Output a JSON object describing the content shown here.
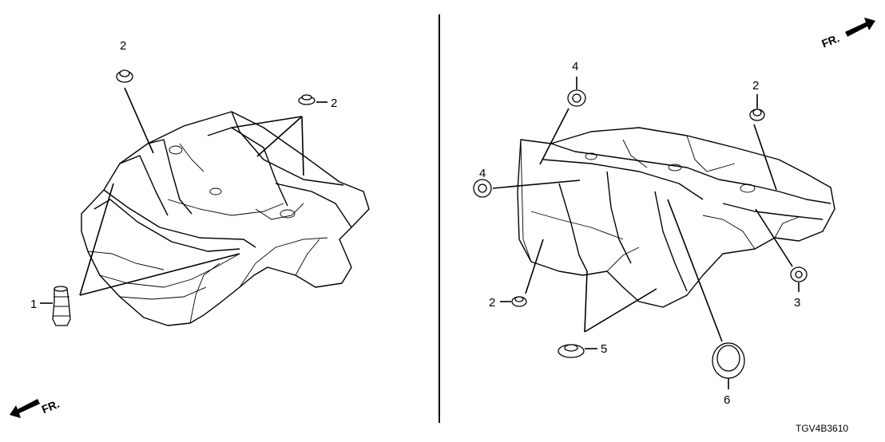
{
  "diagram_code": "TGV4B3610",
  "front_marker": "FR.",
  "left_view": {
    "callouts": [
      {
        "id": "l1",
        "label": "1"
      },
      {
        "id": "l2a",
        "label": "2"
      },
      {
        "id": "l2b",
        "label": "2"
      }
    ]
  },
  "right_view": {
    "callouts": [
      {
        "id": "r4a",
        "label": "4"
      },
      {
        "id": "r4b",
        "label": "4"
      },
      {
        "id": "r2a",
        "label": "2"
      },
      {
        "id": "r2b",
        "label": "2"
      },
      {
        "id": "r3",
        "label": "3"
      },
      {
        "id": "r5",
        "label": "5"
      },
      {
        "id": "r6",
        "label": "6"
      }
    ]
  }
}
